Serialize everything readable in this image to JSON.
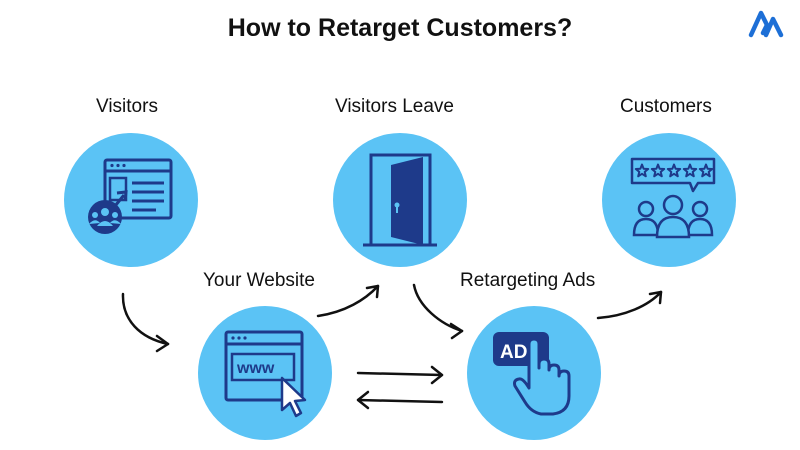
{
  "title": "How to Retarget Customers?",
  "nodes": {
    "visitors": "Visitors",
    "visitors_leave": "Visitors Leave",
    "customers": "Customers",
    "your_website": "Your Website",
    "retargeting_ads": "Retargeting Ads"
  },
  "icons": {
    "visitors": "browser-with-people-icon",
    "visitors_leave": "open-door-icon",
    "customers": "five-star-review-icon",
    "your_website": "www-browser-cursor-icon",
    "retargeting_ads": "ads-click-hand-icon",
    "logo": "brand-logo-icon"
  },
  "ads_text": "ADS",
  "www_text": "www",
  "colors": {
    "circle": "#5bc3f5",
    "icon": "#1e3a8a",
    "text": "#111111",
    "arrow": "#111111",
    "logo": "#1d6fd6"
  }
}
